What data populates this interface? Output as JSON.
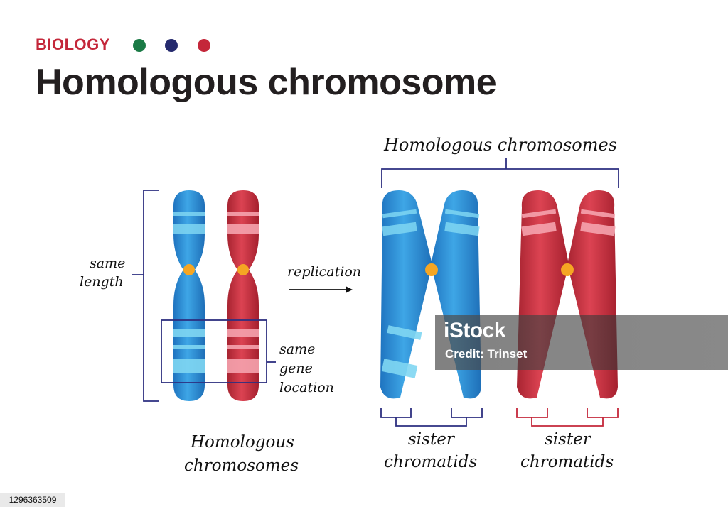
{
  "header": {
    "topic": "BIOLOGY",
    "title": "Homologous chromosome",
    "dot_colors": [
      "#1a7a45",
      "#252a6e",
      "#c4273a"
    ]
  },
  "labels": {
    "homologous_top": "Homologous chromosomes",
    "same_length_1": "same",
    "same_length_2": "length",
    "replication": "replication",
    "same_gene_1": "same",
    "same_gene_2": "gene",
    "same_gene_3": "location",
    "homologous_bottom_1": "Homologous",
    "homologous_bottom_2": "chromosomes",
    "sister_left_1": "sister",
    "sister_left_2": "chromatids",
    "sister_right_1": "sister",
    "sister_right_2": "chromatids"
  },
  "watermark": {
    "logo": "iStock",
    "credit": "Credit: Trinset"
  },
  "stock_id": "1296363509",
  "colors": {
    "blue_chromosome": "#2f8fd4",
    "blue_band": "#7fd6f2",
    "red_chromosome": "#c8303e",
    "red_band": "#f5a3ae",
    "centromere": "#f5a623",
    "bracket_blue": "#2d2f80",
    "bracket_red": "#c4273a"
  }
}
